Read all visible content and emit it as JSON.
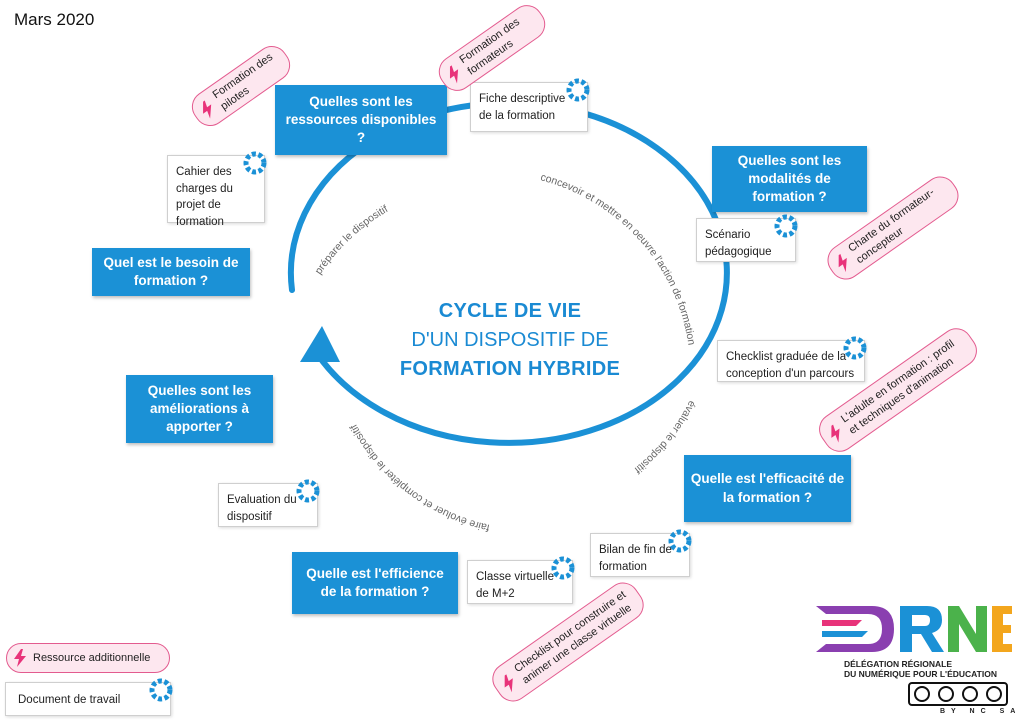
{
  "date": "Mars 2020",
  "title": {
    "line1": "CYCLE DE VIE",
    "line2": "D'UN DISPOSITIF DE",
    "line3": "FORMATION HYBRIDE"
  },
  "arc_labels": {
    "preparer": "préparer le dispositif",
    "concevoir": "concevoir et mettre en oeuvre l'action de formation",
    "evaluer": "évaluer le dispositif",
    "faire_evoluer": "faire évoluer et compléter le dispositif"
  },
  "questions": {
    "ressources": "Quelles sont les ressources disponibles ?",
    "besoin": "Quel est le besoin de formation ?",
    "modalites": "Quelles sont les modalités de formation ?",
    "ameliorations": "Quelles sont les améliorations à apporter ?",
    "efficacite": "Quelle est l'efficacité de la formation ?",
    "efficience": "Quelle est l'efficience de la formation ?"
  },
  "documents": {
    "fiche": "Fiche descriptive de la formation",
    "cahier": "Cahier des charges du projet de formation",
    "scenario": "Scénario pédagogique",
    "checklist": "Checklist graduée de la conception d'un parcours",
    "evaluation": "Evaluation du dispositif",
    "bilan": "Bilan de fin de formation",
    "classe": "Classe virtuelle de M+2"
  },
  "resources": {
    "pilotes": "Formation des pilotes",
    "formateurs": "Formation des formateurs",
    "charte": "Charte du formateur-concepteur",
    "adulte": "L'adulte en formation : profil et techniques d'animation",
    "checklist_cv": "Checklist pour construire et animer une classe virtuelle"
  },
  "legend": {
    "resource": "Ressource additionnelle",
    "document": "Document de travail"
  },
  "logo": {
    "name": "DRNE",
    "subtitle_line1": "DÉLÉGATION RÉGIONALE",
    "subtitle_line2": "DU NUMÉRIQUE POUR L'ÉDUCATION",
    "license": "BY NC SA"
  },
  "colors": {
    "accent": "#1b91d6",
    "resource_border": "#e35b8f",
    "resource_bg": "#fde7ef"
  }
}
